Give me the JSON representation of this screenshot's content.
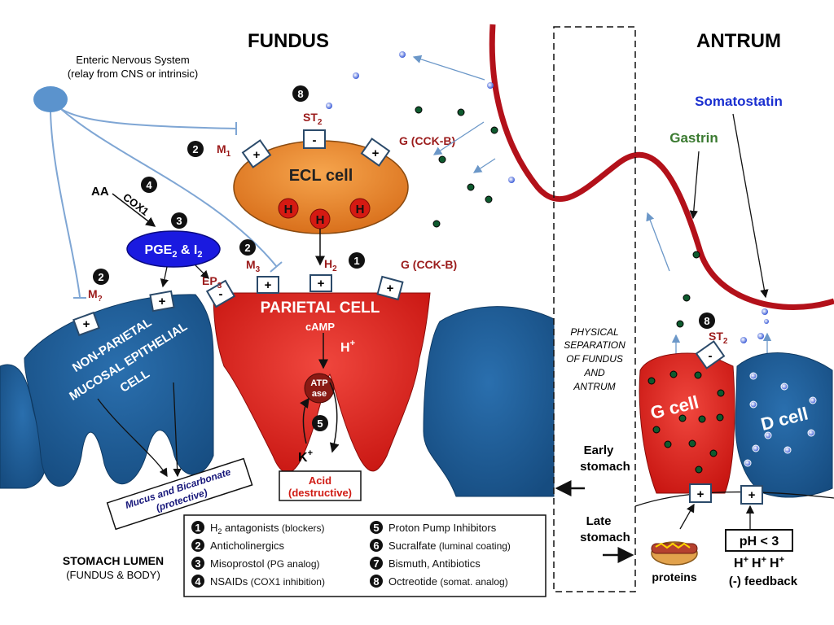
{
  "titles": {
    "fundus": "FUNDUS",
    "antrum": "ANTRUM"
  },
  "ens": {
    "line1": "Enteric Nervous System",
    "line2": "(relay from CNS or intrinsic)"
  },
  "ecl": {
    "label": "ECL cell",
    "st2": "ST",
    "st2_sub": "2",
    "m1": "M",
    "m1_sub": "1",
    "g_receptor": "G (CCK-B)",
    "h": "H",
    "plus": "+",
    "minus": "-"
  },
  "parietal": {
    "label": "PARIETAL CELL",
    "h2": "H",
    "h2_sub": "2",
    "m3": "M",
    "m3_sub": "3",
    "ep3": "EP",
    "ep3_sub": "3",
    "g_receptor": "G (CCK-B)",
    "camp": "cAMP",
    "hplus": "H",
    "plus_sup": "+",
    "atp1": "ATP",
    "atp2": "ase",
    "kplus": "K",
    "acid1": "Acid",
    "acid2": "(destructive)"
  },
  "pathway": {
    "aa": "AA",
    "cox1": "COX1",
    "pge": "PGE",
    "pge_sub": "2",
    "amp": " & I",
    "i_sub": "2"
  },
  "nonparietal": {
    "line1": "NON-PARIETAL",
    "line2": "MUCOSAL EPITHELIAL",
    "line3": "CELL",
    "m": "M",
    "m_sub": "?",
    "mucus1": "Mucus and Bicarbonate",
    "mucus2": "(protective)"
  },
  "separation": {
    "lines": [
      "PHYSICAL",
      "SEPARATION",
      "OF FUNDUS",
      "AND",
      "ANTRUM"
    ],
    "early1": "Early",
    "early2": "stomach",
    "late1": "Late",
    "late2": "stomach"
  },
  "antrum": {
    "somatostatin": "Somatostatin",
    "gastrin": "Gastrin",
    "st2": "ST",
    "st2_sub": "2",
    "gcell": "G cell",
    "dcell": "D cell",
    "proteins": "proteins",
    "ph": "pH < 3",
    "hhh": "H",
    "feedback": "(-) feedback"
  },
  "lumen": {
    "line1": "STOMACH LUMEN",
    "line2": "(FUNDUS & BODY)"
  },
  "badges": [
    "1",
    "2",
    "3",
    "4",
    "5",
    "6",
    "7",
    "8"
  ],
  "legend": [
    {
      "n": "1",
      "main": "H",
      "sub": "2",
      "rest": " antagonists",
      "note": " (blockers)"
    },
    {
      "n": "2",
      "main": "Anticholinergics",
      "sub": "",
      "rest": "",
      "note": ""
    },
    {
      "n": "3",
      "main": "Misoprostol",
      "sub": "",
      "rest": "",
      "note": " (PG analog)"
    },
    {
      "n": "4",
      "main": "NSAIDs",
      "sub": "",
      "rest": "",
      "note": " (COX1 inhibition)"
    },
    {
      "n": "5",
      "main": "Proton Pump Inhibitors",
      "sub": "",
      "rest": "",
      "note": ""
    },
    {
      "n": "6",
      "main": "Sucralfate",
      "sub": "",
      "rest": "",
      "note": " (luminal coating)"
    },
    {
      "n": "7",
      "main": "Bismuth, Antibiotics",
      "sub": "",
      "rest": "",
      "note": ""
    },
    {
      "n": "8",
      "main": "Octreotide",
      "sub": "",
      "rest": "",
      "note": " (somat. analog)"
    }
  ],
  "colors": {
    "blue_cell": "#1b5a93",
    "red_cell": "#e1221b",
    "orange_cell": "#ef8a2d",
    "dark_red": "#9b1b1b",
    "vessel": "#b3111a",
    "nerve": "#5d8ec8",
    "arrow_blue": "#6b97c8"
  }
}
